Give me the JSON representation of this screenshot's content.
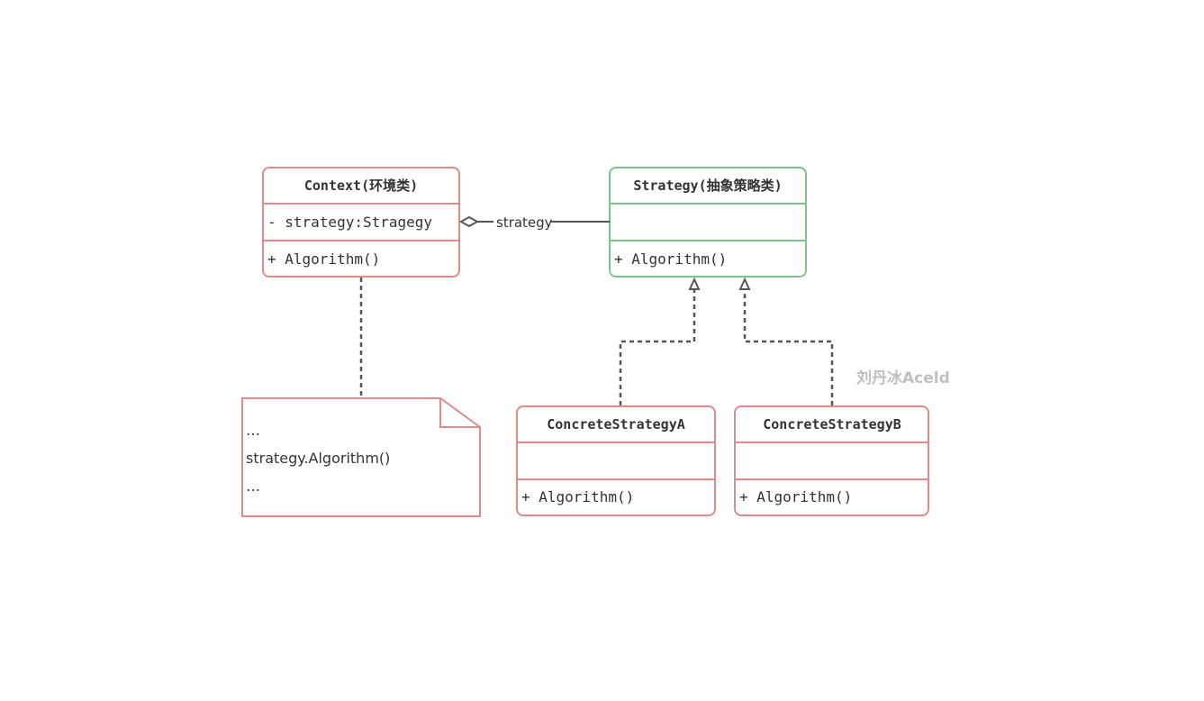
{
  "colors": {
    "context_border": "#e08a8a",
    "strategy_border": "#7cc48e",
    "connector": "#555555",
    "text": "#333333",
    "watermark": "#c0c0c0"
  },
  "context": {
    "title": "Context(环境类)",
    "attribute": "- strategy:Stragegy",
    "method": "+ Algorithm()"
  },
  "strategy": {
    "title": "Strategy(抽象策略类)",
    "attribute": "",
    "method": "+ Algorithm()"
  },
  "association": {
    "label": "strategy"
  },
  "concrete_a": {
    "title": "ConcreteStrategyA",
    "attribute": "",
    "method": "+ Algorithm()"
  },
  "concrete_b": {
    "title": "ConcreteStrategyB",
    "attribute": "",
    "method": "+ Algorithm()"
  },
  "note": {
    "line1": "…",
    "line2": "strategy.Algorithm()",
    "line3": "…"
  },
  "watermark": "刘丹冰Aceld"
}
